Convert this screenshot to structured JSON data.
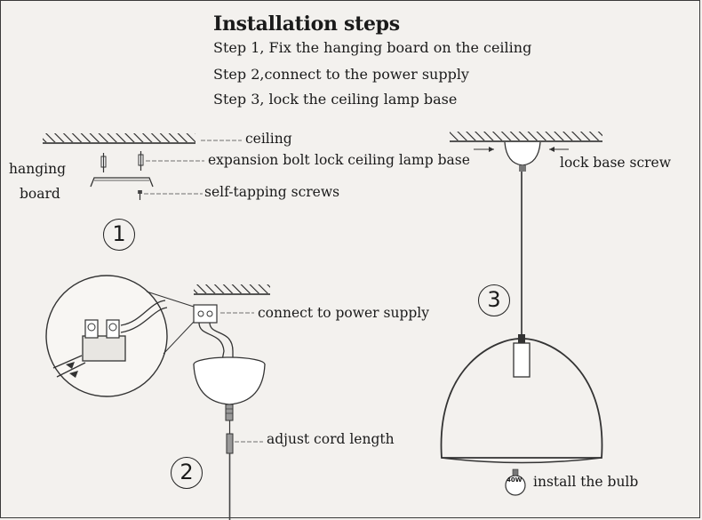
{
  "title": "Installation steps",
  "steps": [
    "Step 1, Fix the hanging board on the ceiling",
    "Step 2,connect to the power supply",
    "Step 3, lock the ceiling lamp base"
  ],
  "labels": {
    "ceiling": "ceiling",
    "expansion_bolt": "expansion bolt",
    "hanging": "hanging",
    "board": "board",
    "self_tapping_screws": "self-tapping screws",
    "lock_ceiling_lamp_base": "lock ceiling lamp base",
    "lock_base_screw": "lock base screw",
    "connect_to_power_supply": "connect to power supply",
    "adjust_cord_length": "adjust cord length",
    "install_the_bulb": "install the bulb",
    "bulb_wattage": "40W"
  },
  "step_numbers": [
    "1",
    "2",
    "3"
  ],
  "colors": {
    "background": "#f3f1ee",
    "ink": "#1a1a1a"
  }
}
